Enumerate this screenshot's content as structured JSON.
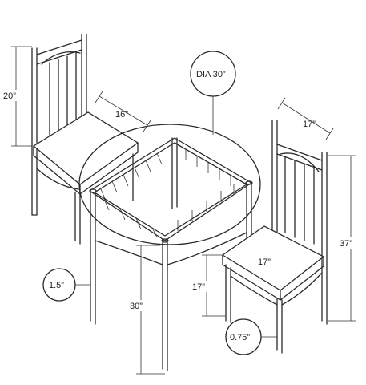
{
  "labels": {
    "table_diameter": "DIA 30”",
    "chair_left_back_height": "20”",
    "chair_left_seat_depth": "16”",
    "chair_right_width": "17”",
    "chair_right_seat_depth": "17”",
    "chair_right_total_height": "37”",
    "chair_seat_height": "17”",
    "table_height": "30”",
    "table_leg_diameter": "1.5”",
    "chair_leg_diameter": "0.75”"
  }
}
